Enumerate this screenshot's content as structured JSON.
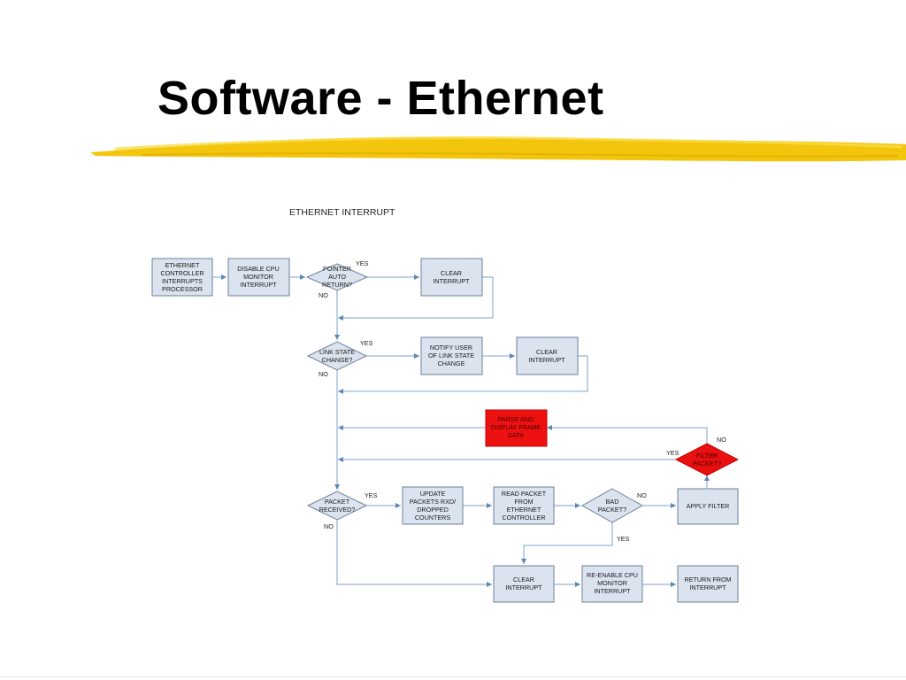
{
  "slide": {
    "title": "Software - Ethernet",
    "accent_color": "#f2c200"
  },
  "diagram": {
    "caption": "ETHERNET INTERRUPT",
    "colors": {
      "box_fill": "#dbe3ef",
      "box_border": "#6d7f9c",
      "highlight": "#ee1111",
      "connector": "#7ea3c9"
    },
    "nodes": {
      "controller_interrupts": [
        "ETHERNET",
        "CONTROLLER",
        "INTERRUPTS",
        "PROCESSOR"
      ],
      "disable_cpu_monitor": [
        "DISABLE CPU",
        "MONITOR",
        "INTERRUPT"
      ],
      "pointer_auto_return": [
        "POINTER",
        "AUTO",
        "RETURN?"
      ],
      "clear_interrupt_1": [
        "CLEAR",
        "INTERRUPT"
      ],
      "link_state_change": [
        "LINK STATE",
        "CHANGE?"
      ],
      "notify_user": [
        "NOTIFY USER",
        "OF LINK STATE",
        "CHANGE"
      ],
      "clear_interrupt_2": [
        "CLEAR",
        "INTERRUPT"
      ],
      "parse_display_frame": [
        "PARSE AND",
        "DISPLAY FRAME",
        "DATA"
      ],
      "filter_packet": [
        "FILTER",
        "PACKET?"
      ],
      "packet_received": [
        "PACKET",
        "RECEIVED?"
      ],
      "update_packets": [
        "UPDATE",
        "PACKETS RXD/",
        "DROPPED",
        "COUNTERS"
      ],
      "read_packet": [
        "READ PACKET",
        "FROM",
        "ETHERNET",
        "CONTROLLER"
      ],
      "bad_packet": [
        "BAD",
        "PACKET?"
      ],
      "apply_filter": [
        "APPLY FILTER"
      ],
      "clear_interrupt_3": [
        "CLEAR",
        "INTERRUPT"
      ],
      "reenable_cpu_monitor": [
        "RE-ENABLE CPU",
        "MONITOR",
        "INTERRUPT"
      ],
      "return_from_interrupt": [
        "RETURN FROM",
        "INTERRUPT"
      ]
    },
    "edge_labels": {
      "yes": "YES",
      "no": "NO"
    }
  }
}
